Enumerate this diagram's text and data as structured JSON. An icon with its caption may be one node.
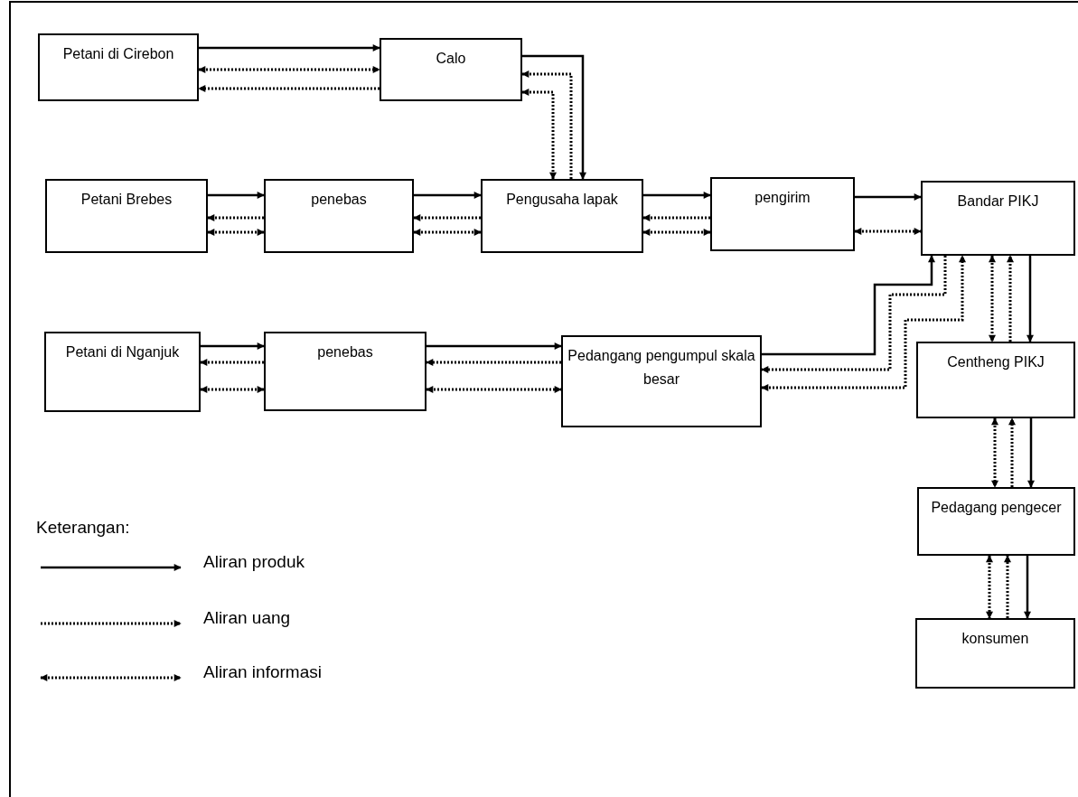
{
  "diagram": {
    "nodes": [
      {
        "text": [
          "Petani di Cirebon"
        ]
      },
      {
        "text": [
          "Calo"
        ]
      },
      {
        "text": [
          "Petani Brebes"
        ]
      },
      {
        "text": [
          "penebas"
        ]
      },
      {
        "text": [
          "Pengusaha lapak"
        ]
      },
      {
        "text": [
          "pengirim"
        ]
      },
      {
        "text": [
          "Bandar PIKJ"
        ]
      },
      {
        "text": [
          "Petani di Nganjuk"
        ]
      },
      {
        "text": [
          "penebas"
        ]
      },
      {
        "text": [
          "Pedangang pengumpul skala besar"
        ]
      },
      {
        "text": [
          "Centheng PIKJ"
        ]
      },
      {
        "text": [
          "Pedagang pengecer"
        ]
      },
      {
        "text": [
          "konsumen"
        ]
      }
    ],
    "edges": [
      {
        "from": 0,
        "to": 1,
        "arrow": "to"
      },
      {
        "from": 0,
        "to": 1,
        "arrow": "both",
        "style": "dashed"
      },
      {
        "from": 1,
        "to": 0,
        "arrow": "to",
        "style": "dashed"
      },
      {
        "from": 1,
        "to": 4,
        "arrow": "to"
      },
      {
        "from": 4,
        "to": 1,
        "arrow": "to",
        "style": "dashed"
      },
      {
        "from": 1,
        "to": 4,
        "arrow": "both",
        "style": "dashed"
      },
      {
        "from": 2,
        "to": 3,
        "arrow": "to"
      },
      {
        "from": 3,
        "to": 2,
        "arrow": "to",
        "style": "dashed"
      },
      {
        "from": 2,
        "to": 3,
        "arrow": "both",
        "style": "dashed"
      },
      {
        "from": 3,
        "to": 4,
        "arrow": "to"
      },
      {
        "from": 4,
        "to": 3,
        "arrow": "to",
        "style": "dashed"
      },
      {
        "from": 3,
        "to": 4,
        "arrow": "both",
        "style": "dashed"
      },
      {
        "from": 4,
        "to": 5,
        "arrow": "to"
      },
      {
        "from": 5,
        "to": 4,
        "arrow": "to",
        "style": "dashed"
      },
      {
        "from": 4,
        "to": 5,
        "arrow": "both",
        "style": "dashed"
      },
      {
        "from": 5,
        "to": 6,
        "arrow": "to"
      },
      {
        "from": 5,
        "to": 6,
        "arrow": "both",
        "style": "dashed"
      },
      {
        "from": 7,
        "to": 8,
        "arrow": "to"
      },
      {
        "from": 8,
        "to": 7,
        "arrow": "to",
        "style": "dashed"
      },
      {
        "from": 7,
        "to": 8,
        "arrow": "both",
        "style": "dashed"
      },
      {
        "from": 8,
        "to": 9,
        "arrow": "to"
      },
      {
        "from": 9,
        "to": 8,
        "arrow": "to",
        "style": "dashed"
      },
      {
        "from": 8,
        "to": 9,
        "arrow": "both",
        "style": "dashed"
      },
      {
        "from": 9,
        "to": 6,
        "arrow": "to"
      },
      {
        "from": 6,
        "to": 9,
        "arrow": "to",
        "style": "dashed"
      },
      {
        "from": 9,
        "to": 6,
        "arrow": "both",
        "style": "dashed"
      },
      {
        "from": 6,
        "to": 10,
        "arrow": "both",
        "style": "dashed"
      },
      {
        "from": 10,
        "to": 6,
        "arrow": "to",
        "style": "dashed"
      },
      {
        "from": 6,
        "to": 10,
        "arrow": "to"
      },
      {
        "from": 10,
        "to": 11,
        "arrow": "both",
        "style": "dashed"
      },
      {
        "from": 11,
        "to": 10,
        "arrow": "to",
        "style": "dashed"
      },
      {
        "from": 10,
        "to": 11,
        "arrow": "to"
      },
      {
        "from": 11,
        "to": 12,
        "arrow": "both",
        "style": "dashed"
      },
      {
        "from": 12,
        "to": 11,
        "arrow": "to",
        "style": "dashed"
      },
      {
        "from": 11,
        "to": 12,
        "arrow": "to"
      }
    ],
    "labels": [
      "Keterangan:"
    ],
    "legend": [
      {
        "text": "Aliran produk"
      },
      {
        "text": "Aliran uang"
      },
      {
        "text": "Aliran informasi"
      }
    ]
  }
}
